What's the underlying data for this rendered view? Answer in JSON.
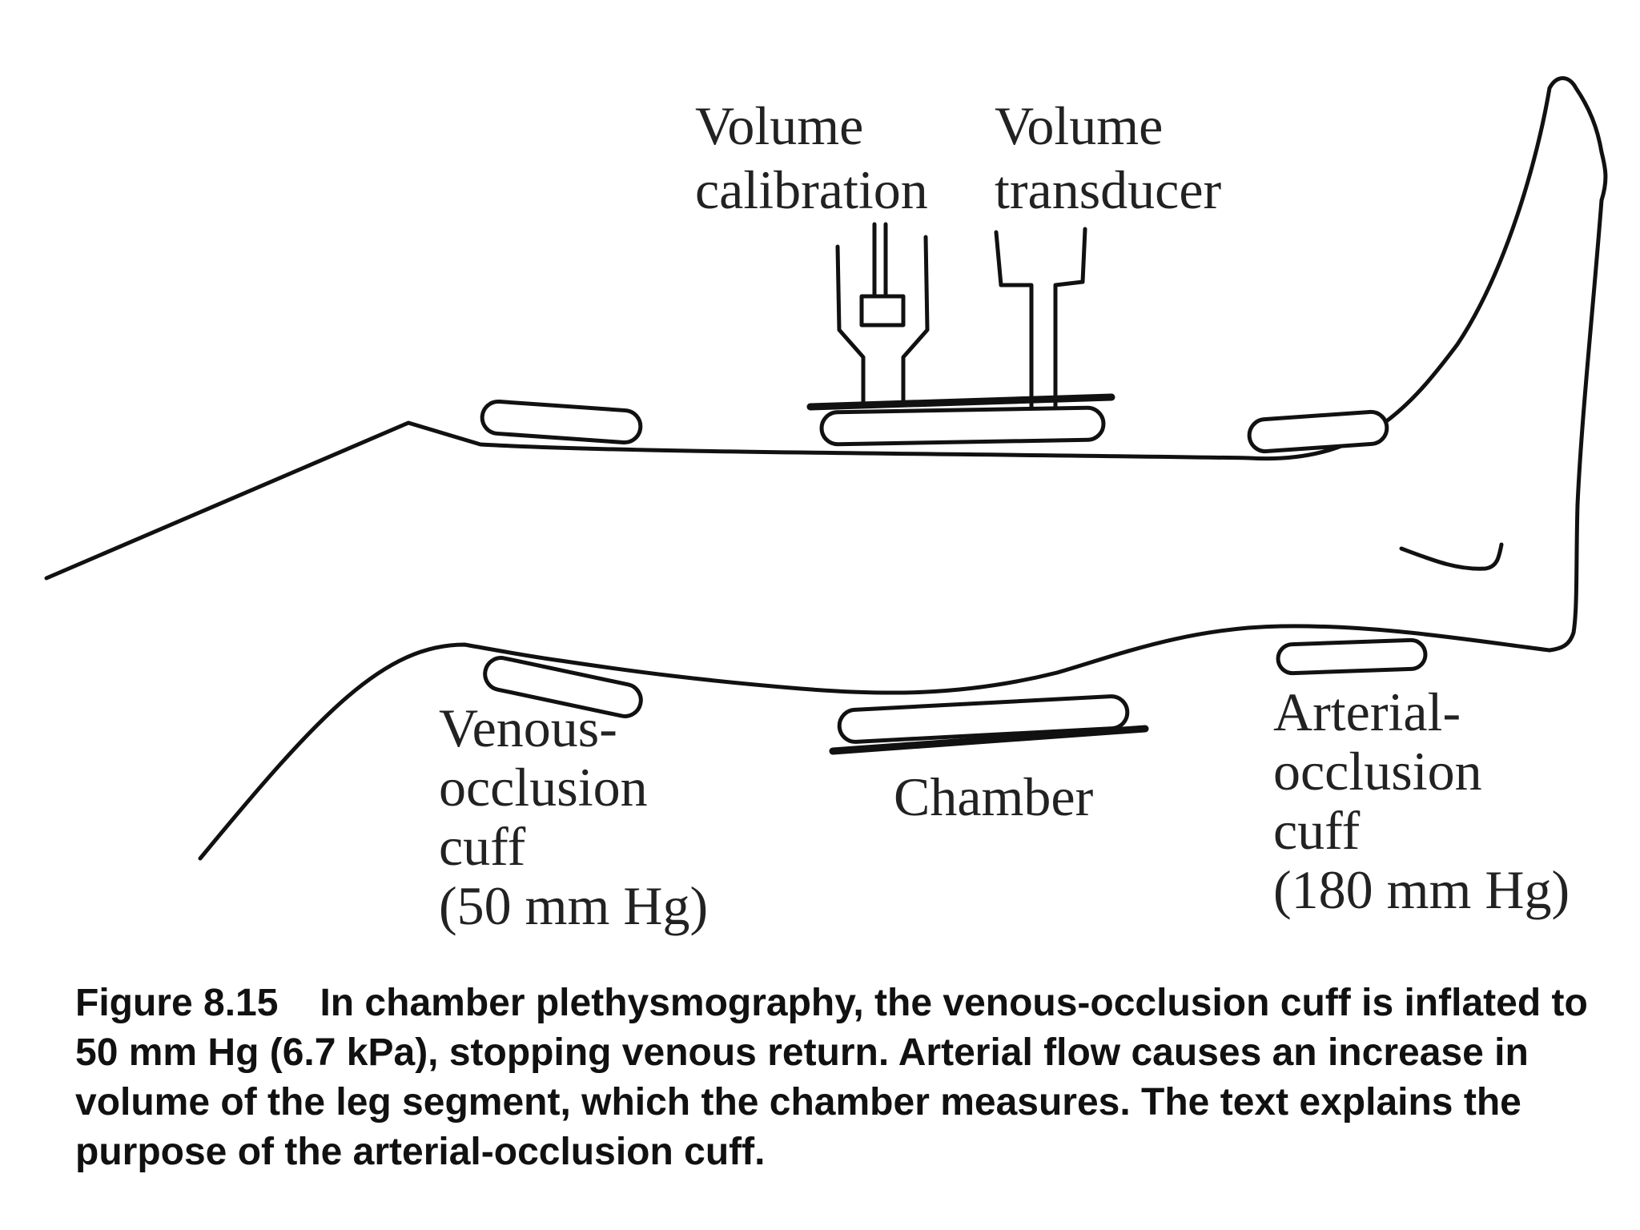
{
  "labels": {
    "volume_calibration": [
      "Volume",
      "calibration"
    ],
    "volume_transducer": [
      "Volume",
      "transducer"
    ],
    "venous_cuff": [
      "Venous-",
      "occlusion",
      "cuff",
      "(50 mm Hg)"
    ],
    "chamber": "Chamber",
    "arterial_cuff": [
      "Arterial-",
      "occlusion",
      "cuff",
      "(180 mm Hg)"
    ]
  },
  "caption": {
    "number": "Figure 8.15",
    "text": "In chamber plethysmography, the venous-occlusion cuff is inflated to 50 mm Hg (6.7 kPa), stopping venous return. Arterial flow causes an increase in volume of the leg segment, which the chamber measures. The text explains the purpose of the arterial-occlusion cuff."
  }
}
